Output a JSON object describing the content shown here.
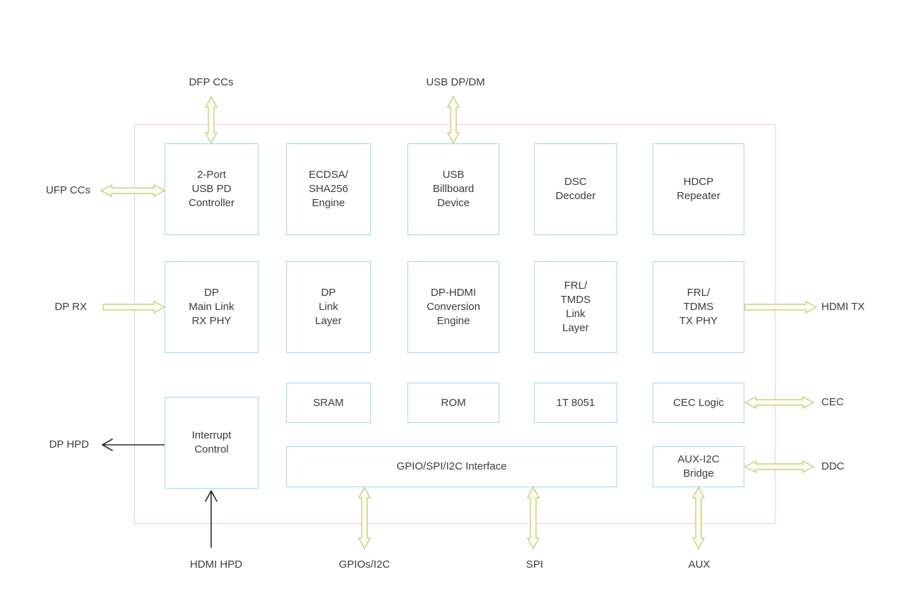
{
  "diagram": {
    "type": "chip-block-diagram",
    "description": "DP to HDMI protocol converter SoC block diagram"
  },
  "colors": {
    "chip_boundary_border": "#f0cade",
    "block_border": "#a3d6e9",
    "block_fill": "#ffffff",
    "bus_arrow_stroke": "#c9d282",
    "bus_arrow_fill": "#fdfef4",
    "hpd_arrow": "#2b2b2b",
    "text": "#3c3c3c",
    "background": "#ffffff"
  },
  "blocks": {
    "usb_pd": {
      "label": "2-Port\nUSB PD\nController"
    },
    "ecdsa": {
      "label": "ECDSA/\nSHA256\nEngine"
    },
    "billboard": {
      "label": "USB\nBillboard\nDevice"
    },
    "dsc": {
      "label": "DSC\nDecoder"
    },
    "hdcp": {
      "label": "HDCP\nRepeater"
    },
    "dp_rx_phy": {
      "label": "DP\nMain Link\nRX PHY"
    },
    "dp_link": {
      "label": "DP\nLink\nLayer"
    },
    "conv": {
      "label": "DP-HDMI\nConversion\nEngine"
    },
    "frl_link": {
      "label": "FRL/\nTMDS\nLink\nLayer"
    },
    "frl_phy": {
      "label": "FRL/\nTDMS\nTX PHY"
    },
    "sram": {
      "label": "SRAM"
    },
    "rom": {
      "label": "ROM"
    },
    "mcu": {
      "label": "1T 8051"
    },
    "cec_logic": {
      "label": "CEC Logic"
    },
    "interrupt": {
      "label": "Interrupt\nControl"
    },
    "gpio": {
      "label": "GPIO/SPI/I2C Interface"
    },
    "aux_bridge": {
      "label": "AUX-I2C\nBridge"
    }
  },
  "ports": {
    "dfp_ccs": "DFP CCs",
    "usb_dpdm": "USB DP/DM",
    "ufp_ccs": "UFP CCs",
    "dp_rx": "DP RX",
    "dp_hpd": "DP HPD",
    "hdmi_hpd": "HDMI HPD",
    "gpios_i2c": "GPIOs/I2C",
    "spi": "SPI",
    "aux": "AUX",
    "hdmi_tx": "HDMI TX",
    "cec": "CEC",
    "ddc": "DDC"
  }
}
